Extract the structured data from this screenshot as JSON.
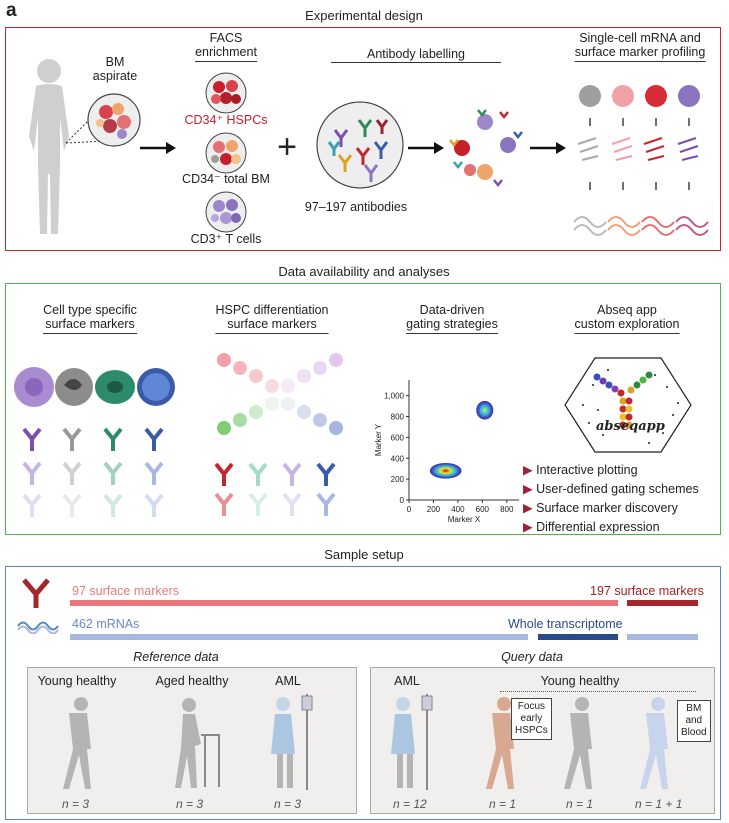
{
  "panel_label": "a",
  "design": {
    "title": "Experimental design",
    "bm_aspirate": "BM\naspirate",
    "facs_title": "FACS\nenrichment",
    "cd34_hspc": "CD34⁺ HSPCs",
    "cd34_total": "CD34⁻ total BM",
    "cd3_t": "CD3⁺ T cells",
    "plus": "+",
    "antibody_title": "Antibody labelling",
    "antibody_count": "97–197 antibodies",
    "profiling_title": "Single-cell mRNA and\nsurface marker profiling"
  },
  "analysis": {
    "title": "Data availability and analyses",
    "col1": "Cell type specific\nsurface markers",
    "col2": "HSPC differentiation\nsurface markers",
    "col3": "Data-driven\ngating strategies",
    "col4": "Abseq app\ncustom exploration",
    "app_logo": "abseqapp",
    "features": [
      "Interactive plotting",
      "User-defined gating schemes",
      "Surface marker discovery",
      "Differential expression"
    ],
    "feature_color": "#9b2335"
  },
  "chart_data": {
    "type": "scatter",
    "xlabel": "Marker X",
    "ylabel": "Marker Y",
    "x_ticks": [
      "0",
      "200",
      "400",
      "600",
      "800"
    ],
    "y_ticks": [
      "0",
      "200",
      "400",
      "600",
      "800",
      "1,000"
    ],
    "xlim": [
      0,
      900
    ],
    "ylim": [
      0,
      1150
    ],
    "clusters": [
      {
        "center": [
          300,
          280
        ],
        "spread": [
          130,
          75
        ]
      },
      {
        "center": [
          620,
          860
        ],
        "spread": [
          70,
          90
        ]
      }
    ]
  },
  "setup": {
    "title": "Sample setup",
    "surface97": "97 surface markers",
    "surface197": "197 surface markers",
    "mrna462": "462 mRNAs",
    "whole_tx": "Whole transcriptome",
    "reference_title": "Reference data",
    "query_title": "Query data",
    "ref_groups": [
      {
        "label": "Young healthy",
        "n": "n = 3"
      },
      {
        "label": "Aged healthy",
        "n": "n = 3"
      },
      {
        "label": "AML",
        "n": "n = 3"
      }
    ],
    "query_aml": {
      "label": "AML",
      "n": "n = 12"
    },
    "query_young": "Young healthy",
    "query_ns": [
      "n = 1",
      "n = 1",
      "n = 1 + 1"
    ],
    "callout1": "Focus\nearly\nHSPCs",
    "callout2": "BM\nand\nBlood"
  },
  "colors": {
    "red_frame": "#c0282d",
    "green_frame": "#4fb347",
    "blue_frame": "#5b86c5",
    "surface_bar": "#e8767a",
    "surface_bar_dark": "#a5262b",
    "mrna_bar": "#a8b9e0",
    "mrna_bar_dark": "#2a4a8a"
  }
}
